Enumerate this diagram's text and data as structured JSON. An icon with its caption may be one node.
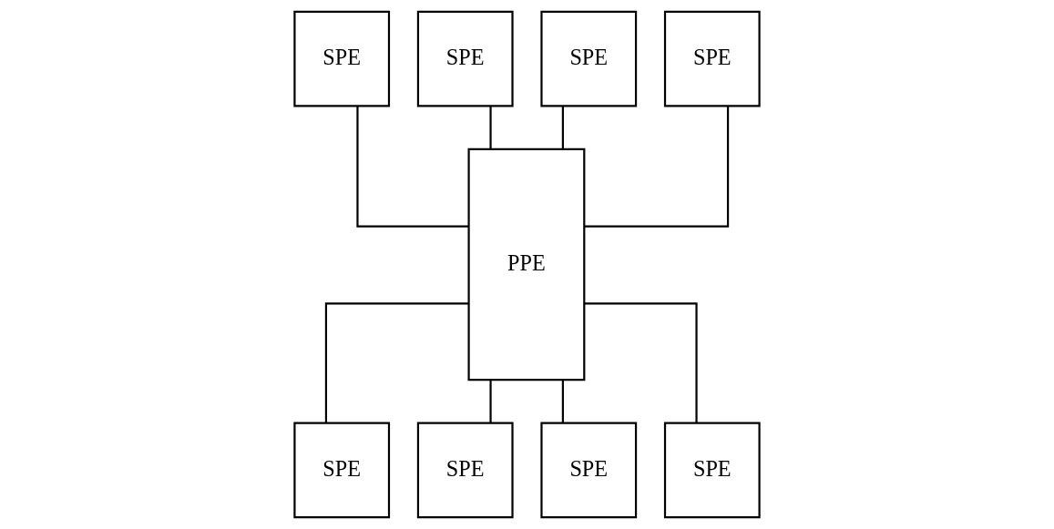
{
  "diagram": {
    "nodes": [
      {
        "text": [
          "PPE"
        ]
      },
      {
        "text": [
          "SPE"
        ]
      },
      {
        "text": [
          "SPE"
        ]
      },
      {
        "text": [
          "SPE"
        ]
      },
      {
        "text": [
          "SPE"
        ]
      },
      {
        "text": [
          "SPE"
        ]
      },
      {
        "text": [
          "SPE"
        ]
      },
      {
        "text": [
          "SPE"
        ]
      },
      {
        "text": [
          "SPE"
        ]
      }
    ],
    "edges": [
      {
        "from": 0,
        "to": 1,
        "arrow": "none"
      },
      {
        "from": 0,
        "to": 2,
        "arrow": "none"
      },
      {
        "from": 0,
        "to": 3,
        "arrow": "none"
      },
      {
        "from": 0,
        "to": 4,
        "arrow": "none"
      },
      {
        "from": 0,
        "to": 5,
        "arrow": "none"
      },
      {
        "from": 0,
        "to": 6,
        "arrow": "none"
      },
      {
        "from": 0,
        "to": 7,
        "arrow": "none"
      },
      {
        "from": 0,
        "to": 8,
        "arrow": "none"
      }
    ]
  }
}
